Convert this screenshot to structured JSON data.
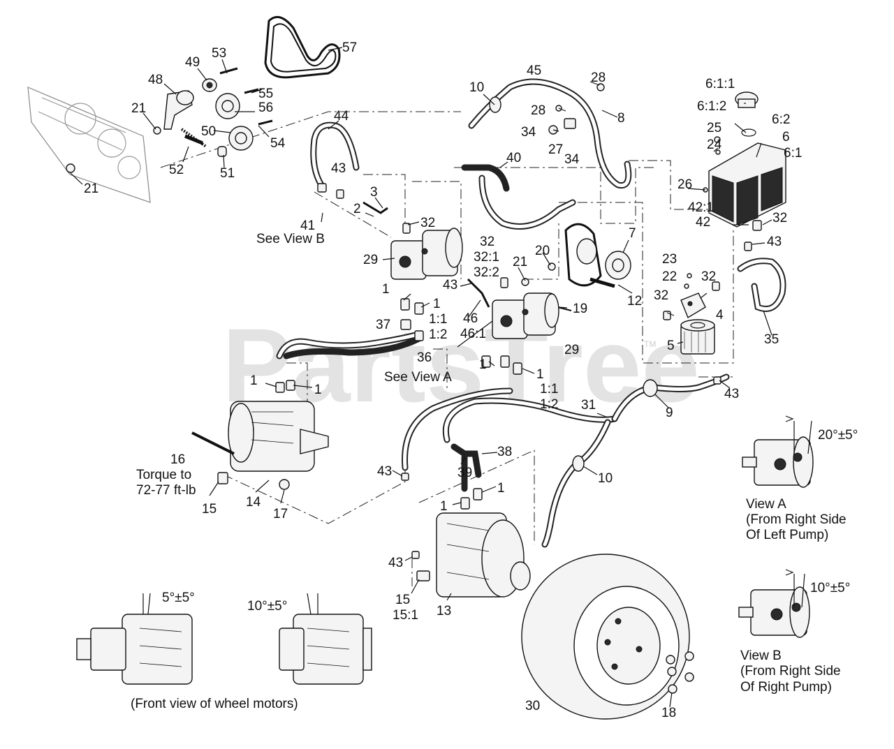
{
  "watermark": "PartsTree",
  "trademark": "TM",
  "captions": {
    "see_view_a": "See View A",
    "see_view_b": "See View B",
    "torque": [
      "Torque to",
      "72-77 ft-lb"
    ],
    "view_a": [
      "View A",
      "(From Right Side",
      "Of Left Pump)"
    ],
    "view_b": [
      "View B",
      "(From Right Side",
      "Of Right Pump)"
    ],
    "front_view": "(Front view of wheel motors)"
  },
  "angles": {
    "view_a": "20°±5°",
    "view_b": "10°±5°",
    "motor_left": "5°±5°",
    "motor_right": "10°±5°"
  },
  "labels": [
    {
      "text": "57"
    },
    {
      "text": "53"
    },
    {
      "text": "49"
    },
    {
      "text": "48"
    },
    {
      "text": "55"
    },
    {
      "text": "21"
    },
    {
      "text": "56"
    },
    {
      "text": "50"
    },
    {
      "text": "54"
    },
    {
      "text": "52"
    },
    {
      "text": "51"
    },
    {
      "text": "21"
    },
    {
      "text": "44"
    },
    {
      "text": "43"
    },
    {
      "text": "3"
    },
    {
      "text": "2"
    },
    {
      "text": "41"
    },
    {
      "text": "32"
    },
    {
      "text": "29"
    },
    {
      "text": "1"
    },
    {
      "text": "1"
    },
    {
      "text": "1:1"
    },
    {
      "text": "1:2"
    },
    {
      "text": "37"
    },
    {
      "text": "36"
    },
    {
      "text": "10"
    },
    {
      "text": "45"
    },
    {
      "text": "28"
    },
    {
      "text": "28"
    },
    {
      "text": "8"
    },
    {
      "text": "34"
    },
    {
      "text": "27"
    },
    {
      "text": "34"
    },
    {
      "text": "40"
    },
    {
      "text": "32"
    },
    {
      "text": "32:1"
    },
    {
      "text": "32:2"
    },
    {
      "text": "20"
    },
    {
      "text": "21"
    },
    {
      "text": "43"
    },
    {
      "text": "46"
    },
    {
      "text": "46:1"
    },
    {
      "text": "29"
    },
    {
      "text": "19"
    },
    {
      "text": "7"
    },
    {
      "text": "12"
    },
    {
      "text": "6:1:1"
    },
    {
      "text": "6:1:2"
    },
    {
      "text": "6:2"
    },
    {
      "text": "6"
    },
    {
      "text": "6:1"
    },
    {
      "text": "25"
    },
    {
      "text": "24"
    },
    {
      "text": "26"
    },
    {
      "text": "42:1"
    },
    {
      "text": "42"
    },
    {
      "text": "32"
    },
    {
      "text": "43"
    },
    {
      "text": "23"
    },
    {
      "text": "22"
    },
    {
      "text": "32"
    },
    {
      "text": "32"
    },
    {
      "text": "4"
    },
    {
      "text": "5"
    },
    {
      "text": "35"
    },
    {
      "text": "1"
    },
    {
      "text": "1"
    },
    {
      "text": "1"
    },
    {
      "text": "1"
    },
    {
      "text": "1:1"
    },
    {
      "text": "1:2"
    },
    {
      "text": "9"
    },
    {
      "text": "43"
    },
    {
      "text": "31"
    },
    {
      "text": "16"
    },
    {
      "text": "15"
    },
    {
      "text": "14"
    },
    {
      "text": "17"
    },
    {
      "text": "43"
    },
    {
      "text": "39"
    },
    {
      "text": "38"
    },
    {
      "text": "1"
    },
    {
      "text": "1"
    },
    {
      "text": "10"
    },
    {
      "text": "43"
    },
    {
      "text": "15"
    },
    {
      "text": "15:1"
    },
    {
      "text": "13"
    },
    {
      "text": "30"
    },
    {
      "text": "18"
    }
  ]
}
